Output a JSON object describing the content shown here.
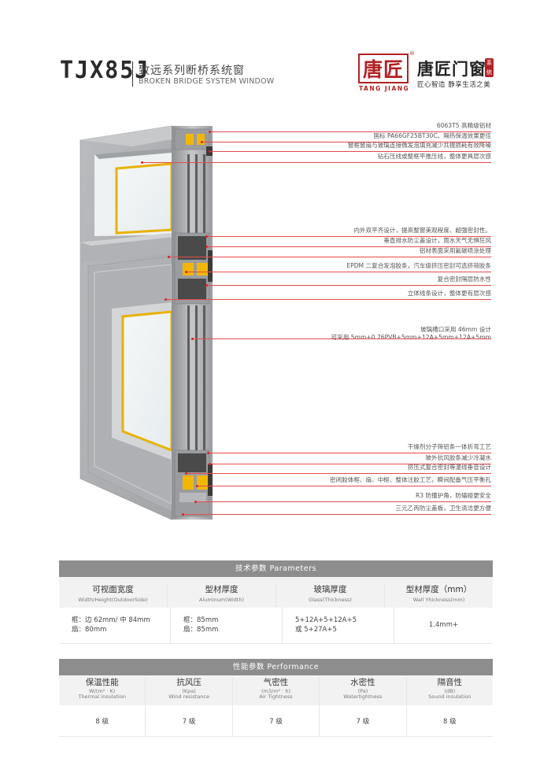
{
  "header": {
    "model": "TJX85J",
    "series_cn": "致远系列断桥系统窗",
    "series_en": "BROKEN BRIDGE SYSTEM WINDOW"
  },
  "brand": {
    "seal_text": "唐匠",
    "registered": "®",
    "pinyin": "TANG JIANG",
    "name": "唐匠门窗",
    "badge": "系统",
    "slogan": "匠心智造  静享生活之美",
    "color": "#b22024"
  },
  "annotations": [
    {
      "lines": [
        "6063T5 高精级铝材"
      ]
    },
    {
      "lines": [
        "国标 PA66GF25BT30C、隔热保温效果更佳"
      ]
    },
    {
      "lines": [
        "窗框窗扇与玻璃连接微发泡填充减少共振损耗有效降噪"
      ]
    },
    {
      "lines": [
        "钻石压线或整框平推压线，整体更具层次感"
      ]
    },
    {
      "lines": [
        "内外双平齐设计，提高整窗美观程度、超强密封性。"
      ]
    },
    {
      "lines": [
        "垂直排水防尘盖设计，雨水天气无惧狂风"
      ]
    },
    {
      "lines": [
        "铝材表面采用氟碳喷涂处理"
      ]
    },
    {
      "lines": [
        "EPDM 二复合发泡胶条，汽车级挤压密封可选挤荷胶条"
      ]
    },
    {
      "lines": [
        "复合密封隔层防水性"
      ]
    },
    {
      "lines": [
        "立体线条设计，整体更有层次感"
      ]
    },
    {
      "lines": [
        "玻璃槽口采用 46mm 设计",
        "可采用 5mm+0.76PVB+5mm+12A+5mm+12A+5mm"
      ]
    },
    {
      "lines": [
        "干燥剂分子筛铝条一体折弯工艺"
      ]
    },
    {
      "lines": [
        "玻外抗风胶条减少冷凝水"
      ]
    },
    {
      "lines": [
        "挤压式复合密封等温线垂音设计"
      ]
    },
    {
      "lines": [
        "密闭胶体框、扇、中梃、整体注胶工艺，瞬间配备气压平衡孔"
      ]
    },
    {
      "lines": [
        "R3 防撞护角，防磕碰更安全"
      ]
    },
    {
      "lines": [
        "三元乙丙防尘盖板，卫生清洁更方便"
      ]
    }
  ],
  "parameters": {
    "title": "技术参数  Parameters",
    "columns": [
      {
        "cn": "可视面宽度",
        "en": "Width/Height(OutdoorSide)",
        "value": [
          "框：边 62mm/ 中 84mm",
          "扇：80mm"
        ]
      },
      {
        "cn": "型材厚度",
        "en": "Aluminum(Width)",
        "value": [
          "框：85mm",
          "扇：85mm"
        ]
      },
      {
        "cn": "玻璃厚度",
        "en": "Glass(Thickness)",
        "value": [
          "5+12A+5+12A+5",
          "或 5+27A+5"
        ]
      },
      {
        "cn": "型材厚度（mm）",
        "en": "Wall Yhickness(mm)",
        "value": [
          "1.4mm+"
        ]
      }
    ]
  },
  "performance": {
    "title": "性能参数  Performance",
    "columns": [
      {
        "cn": "保温性能",
        "unit": "W/(m² · K)",
        "en": "Thermal insulation",
        "value": "8 级"
      },
      {
        "cn": "抗风压",
        "unit": "(Kpa)",
        "en": "Wind resistance",
        "value": "7 级"
      },
      {
        "cn": "气密性",
        "unit": "(m3/m² · h)",
        "en": "Air Tightness",
        "value": "7 级"
      },
      {
        "cn": "水密性",
        "unit": "(Pa)",
        "en": "Watertightness",
        "value": "7 级"
      },
      {
        "cn": "隔音性",
        "unit": "(dB)",
        "en": "Sound insulation",
        "value": "8 级"
      }
    ]
  },
  "colors": {
    "aluminum": "#a7a9ab",
    "insulation_strip": "#f2b705",
    "gasket": "#3a3a3a",
    "table_header": "#8d8d8d",
    "leader_line": "#e44a4a"
  }
}
